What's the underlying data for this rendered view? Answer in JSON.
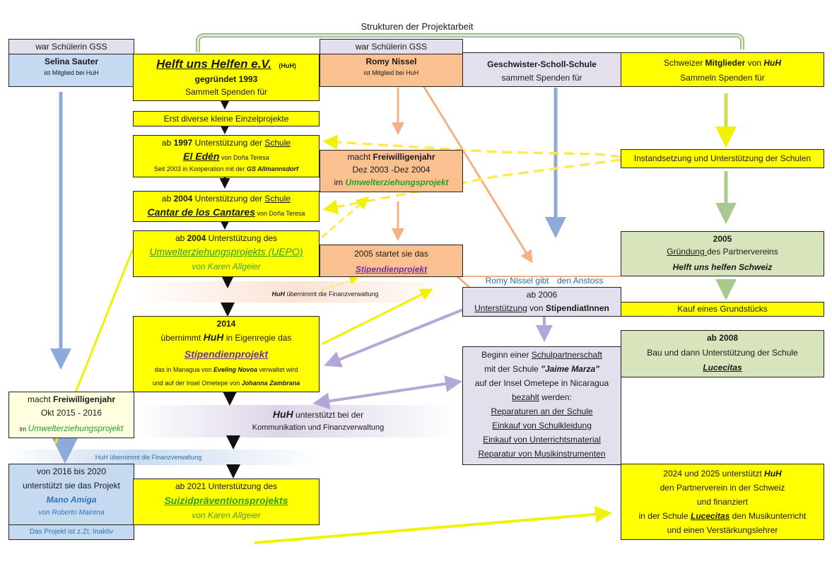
{
  "title": "Strukturen der Projektarbeit",
  "selina": {
    "top": "war Schülerin GSS",
    "name": "Selina Sauter",
    "member": "ist Mitglied bei HuH"
  },
  "huh": {
    "name": "Helft uns Helfen e.V.",
    "abbr": "(HuH)",
    "founded": "gegründet 1993",
    "collects": "Sammelt Spenden für"
  },
  "romy": {
    "top": "war Schülerin GSS",
    "name": "Romy Nissel",
    "member": "ist Mitglied bei HuH"
  },
  "gss": {
    "name": "Geschwister-Scholl-Schule",
    "collects": "sammelt Spenden für"
  },
  "swiss": {
    "l1a": "Schweizer ",
    "l1b": "Mitglieder",
    "l1c": " von ",
    "l1d": "HuH",
    "l2": "Sammeln Spenden für"
  },
  "einzel": "Erst diverse kleine Einzelprojekte",
  "eleden": {
    "l1a": "ab ",
    "l1b": "1997",
    "l1c": " Unterstützung der ",
    "l1d": "Schule",
    "l2a": "El Edén",
    "l2b": "  von Doña Teresa",
    "l3a": "Seit 2003 in Kooperation mit der ",
    "l3b": "GS Allmannsdorf"
  },
  "freiwillig1": {
    "l1a": "macht ",
    "l1b": "Freiwilligenjahr",
    "l2": "Dez 2003 -Dez 2004",
    "l3a": "im ",
    "l3b": "Umwelterziehungsprojekt"
  },
  "instand": "Instandsetzung und Unterstützung der Schulen",
  "cantar": {
    "l1a": "ab ",
    "l1b": "2004",
    "l1c": " Unterstützung der ",
    "l1d": "Schule ",
    "l2a": "Cantar de los Cantares",
    "l2b": "  von Doña Teresa"
  },
  "uepo": {
    "l1a": "ab ",
    "l1b": "2004",
    "l1c": " Unterstützung des",
    "l2": "Umwelterziehungsprojekts (UEPO)",
    "l3": "von Karen Allgeier"
  },
  "stip2005": {
    "l1": "2005 startet sie das",
    "l2": "Stipendienprojekt"
  },
  "partner2005": {
    "l1": "2005",
    "l2a": "Gründung ",
    "l2b": "des Partnervereins",
    "l3": "Helft uns helfen Schweiz"
  },
  "anstoss": {
    "a": "Romy Nissel gibt",
    "b": "den Anstoss"
  },
  "band1": {
    "a": "HuH",
    "b": " übernimmt",
    "c": " die Finanzverwaltung"
  },
  "ab2006": {
    "l1": "ab 2006",
    "l2a": "Unterstützung",
    "l2b": " von ",
    "l2c": "StipendiatInnen"
  },
  "grundstueck": "Kauf eines Grundstücks",
  "y2014": {
    "l1": "2014",
    "l2a": "übernimmt ",
    "l2b": "HuH",
    "l2c": " in Eigenregie das",
    "l3": "Stipendienprojekt",
    "l4a": "das in Managua von ",
    "l4b": "Eveling Novoa",
    "l4c": "  verwaltet wird",
    "l5a": "und auf der Insel Ometepe von ",
    "l5b": "Johanna Zambrana"
  },
  "ab2008": {
    "l1": "ab 2008",
    "l2": "Bau und dann Unterstützung der Schule",
    "l3": "Lucecitas"
  },
  "schulpartner": {
    "l1a": "Beginn einer ",
    "l1b": "Schulpartnerschaft",
    "l2a": "mit der Schule ",
    "l2b": "\"Jaime Marza\"",
    "l3": "auf der Insel Ometepe in Nicaragua",
    "l4a": "bezahlt",
    "l4b": " werden:",
    "l5": "Reparaturen an der Schule",
    "l6": "Einkauf von Schulkleidung",
    "l7": "Einkauf von Unterrichtsmaterial",
    "l8": "Reparatur von Musikinstrumenten"
  },
  "freiwillig2": {
    "l1a": "macht ",
    "l1b": "Freiwilligenjahr",
    "l2": "Okt 2015 - 2016",
    "l3a": "im ",
    "l3b": "Umwelterziehungsprojekt"
  },
  "band2": {
    "a": "HuH",
    "b": "  unterstützt  bei der",
    "c": "Kommunikation und  Finanzverwaltung"
  },
  "band3": "HuH übernimmt  die Finanzverwaltung",
  "mano": {
    "l1": "von 2016 bis 2020",
    "l2": "unterstützt sie das Projekt",
    "l3": "Mano Amiga",
    "l4": "von Roberto Mairena",
    "l5": "Das Projekt ist z.Zt. Inaktiv"
  },
  "ab2021": {
    "l1": "ab 2021 Unterstützung des",
    "l2": "Suizidpräventionsprojekts",
    "l3": "von Karen Allgeier"
  },
  "y2024": {
    "l1a": "2024 und 2025 unterstützt ",
    "l1b": "HuH",
    "l2": "den Partnerverein in der Schweiz",
    "l3": "und finanziert",
    "l4a": "in der  Schule ",
    "l4b": "Lucecitas",
    "l4c": "  den Musikunterricht",
    "l5": "und einen Verstärkungslehrer"
  },
  "colors": {
    "yellow": "#ffff00",
    "blue": "#c5d9f1",
    "lavender": "#e4dfec",
    "orange": "#fac090",
    "green": "#d8e4bc",
    "green_text": "#2aa02a",
    "purple_text": "#7030a0"
  }
}
